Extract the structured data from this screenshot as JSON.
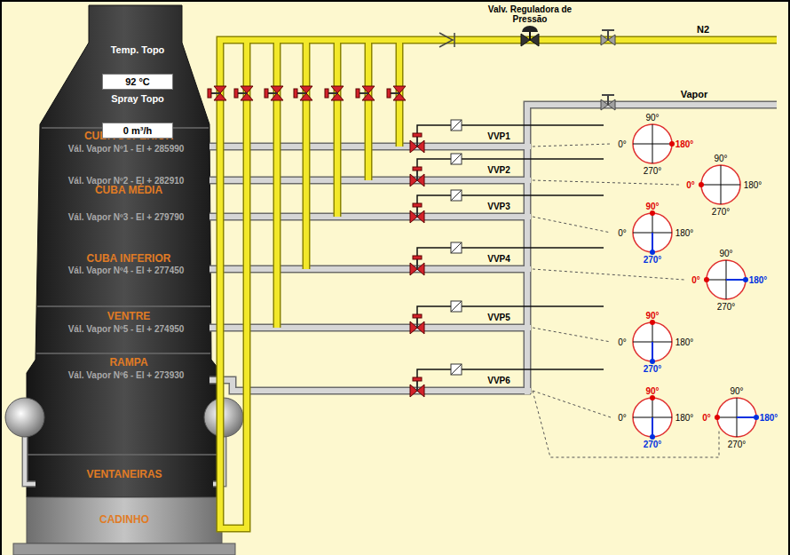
{
  "diagram": {
    "nodes": [
      {
        "text": [
          "Temp. Topo",
          "92 °C"
        ]
      },
      {
        "text": [
          "Spray Topo",
          "0 m³/h"
        ]
      }
    ],
    "labels": [
      "Valv. Reguladora de Pressão",
      "N2",
      "Vapor",
      "CUBA SUPERIOR",
      "Vál. Vapor Nº1 - El + 285990",
      "VVP1",
      "Vál. Vapor Nº2 - El + 282910",
      "VVP2",
      "CUBA MÉDIA",
      "Vál. Vapor Nº3 - El + 279790",
      "VVP3",
      "CUBA INFERIOR",
      "Vál. Vapor Nº4 - El + 277450",
      "VVP4",
      "VENTRE",
      "Vál. Vapor Nº5 - El + 274950",
      "VVP5",
      "RAMPA",
      "Vál. Vapor Nº6 - El + 273930",
      "VVP6",
      "VENTANEIRAS",
      "CADINHO",
      "90°",
      "0°",
      "180°",
      "270°",
      "90°",
      "0°",
      "180°",
      "270°",
      "90°",
      "0°",
      "180°",
      "270°",
      "90°",
      "0°",
      "180°",
      "270°",
      "90°",
      "0°",
      "180°",
      "270°",
      "90°",
      "0°",
      "180°",
      "270°",
      "90°",
      "0°",
      "180°",
      "270°"
    ]
  }
}
